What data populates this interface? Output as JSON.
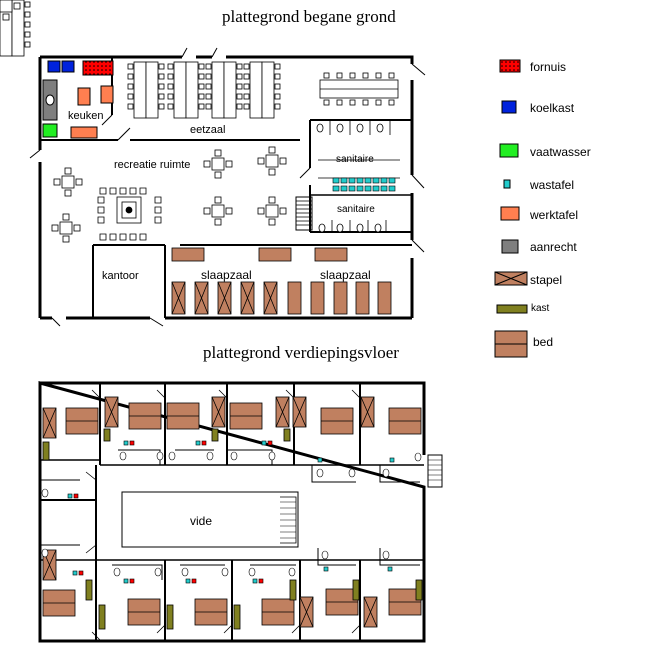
{
  "titles": {
    "ground": "plattegrond begane grond",
    "upper": "plattegrond verdiepingsvloer"
  },
  "rooms": {
    "keuken": "keuken",
    "eetzaal": "eetzaal",
    "recreatie": "recreatie ruimte",
    "sanitaire_top": "sanitaire",
    "sanitaire_bottom": "sanitaire",
    "kantoor": "kantoor",
    "slaapzaal_left": "slaapzaal",
    "slaapzaal_right": "slaapzaal",
    "vide": "vide"
  },
  "legend": [
    {
      "key": "fornuis",
      "label": "fornuis",
      "color": "#ff0000",
      "icon": "fornuis-icon"
    },
    {
      "key": "koelkast",
      "label": "koelkast",
      "color": "#0022dd",
      "icon": "koelkast-icon"
    },
    {
      "key": "vaatwasser",
      "label": "vaatwasser",
      "color": "#22ee22",
      "icon": "vaatwasser-icon"
    },
    {
      "key": "wastafel",
      "label": "wastafel",
      "color": "#22cccc",
      "icon": "wastafel-icon"
    },
    {
      "key": "werktafel",
      "label": "werktafel",
      "color": "#ff7f50",
      "icon": "werktafel-icon"
    },
    {
      "key": "aanrecht",
      "label": "aanrecht",
      "color": "#7f7f7f",
      "icon": "aanrecht-icon"
    },
    {
      "key": "stapel",
      "label": "stapel",
      "color": "#c08060",
      "icon": "stapelbed-icon"
    },
    {
      "key": "kast",
      "label": "kast",
      "color": "#808020",
      "icon": "kast-icon"
    },
    {
      "key": "bed",
      "label": "bed",
      "color": "#c08060",
      "icon": "bed-icon"
    }
  ],
  "colors": {
    "wall": "#000000",
    "bed": "#c08060",
    "kast": "#808020",
    "sink": "#22cccc"
  }
}
